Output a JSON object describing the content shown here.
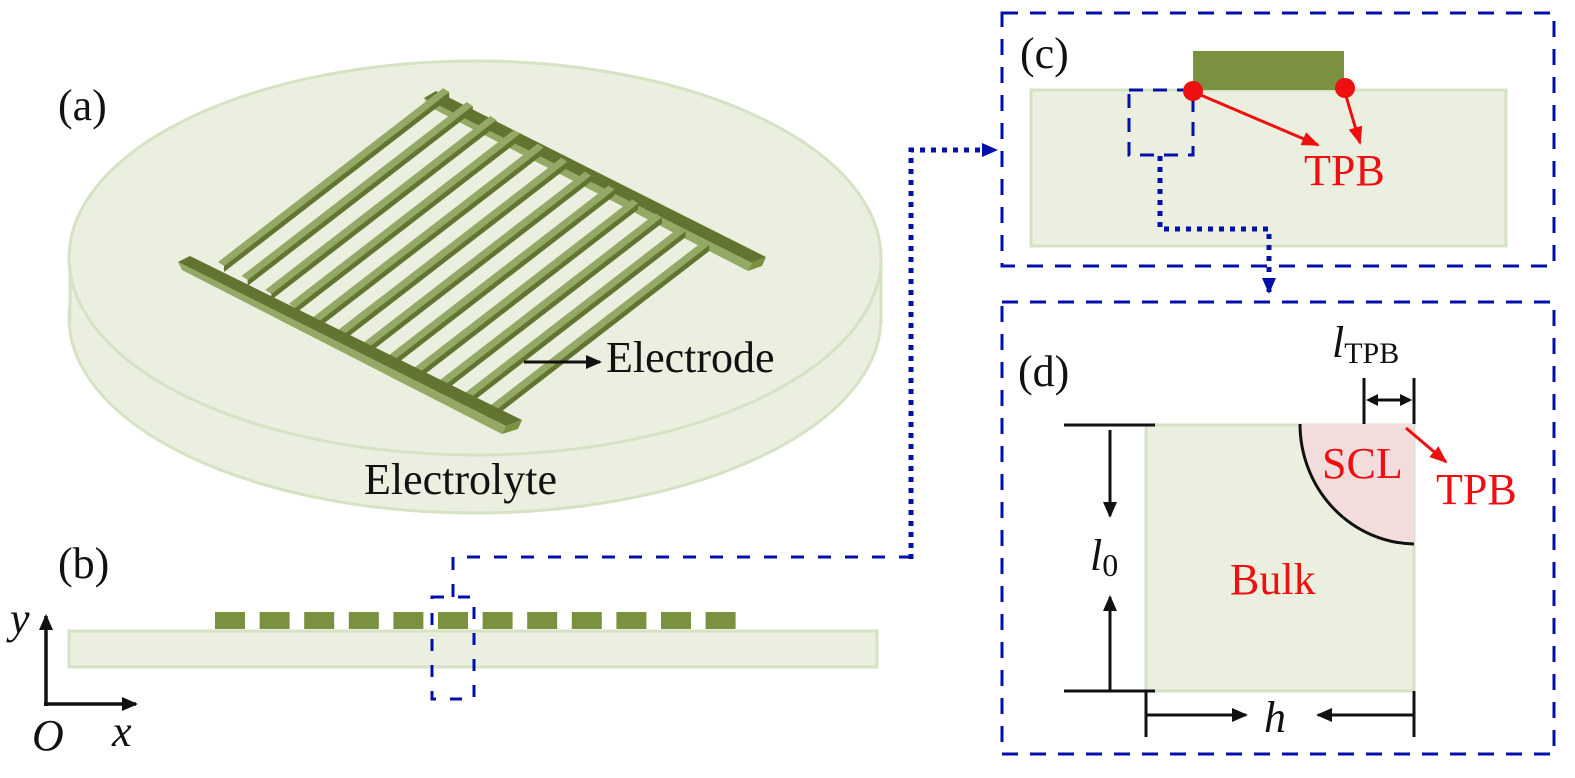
{
  "colors": {
    "electrolyte_fill": "#eaefdf",
    "electrolyte_stroke": "#d6e2c4",
    "electrode_dark": "#627530",
    "electrode_mid": "#7a923f",
    "electrode_light": "#93a965",
    "scl_fill": "#f2dcdc",
    "tpb_red": "#ee0f10",
    "connector_blue": "#0010a8",
    "ink": "#111111"
  },
  "panels": {
    "a": {
      "label": "(a)",
      "electrode_label": "Electrode",
      "electrolyte_label": "Electrolyte",
      "finger_count": 12
    },
    "b": {
      "label": "(b)",
      "axis_y": "y",
      "axis_x": "x",
      "origin": "O",
      "electrode_count": 12
    },
    "c": {
      "label": "(c)",
      "tpb_label": "TPB"
    },
    "d": {
      "label": "(d)",
      "scl_label": "SCL",
      "bulk_label": "Bulk",
      "tpb_label": "TPB",
      "l_tpb_main": "l",
      "l_tpb_sub": "TPB",
      "l0_main": "l",
      "l0_sub": "0",
      "h_label": "h"
    }
  }
}
